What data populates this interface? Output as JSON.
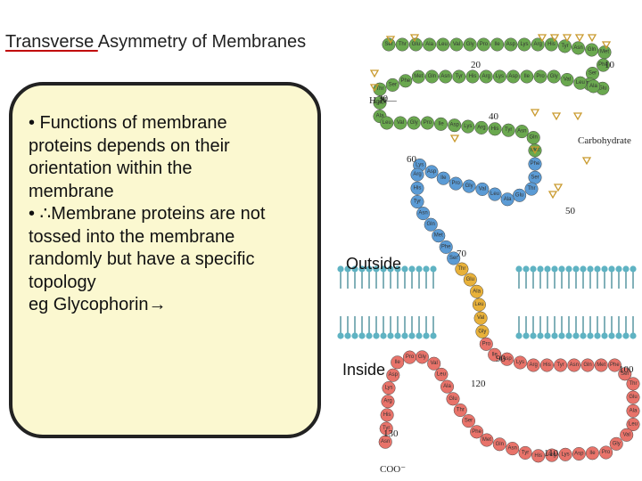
{
  "slide": {
    "title_underlined": "Transverse ",
    "title_rest": "Asymmetry of Membranes",
    "body_lines": [
      "• Functions of membrane",
      "proteins depends on their",
      "orientation within the",
      "membrane",
      "• ∴Membrane proteins are not",
      "tossed into the membrane",
      "randomly but have a specific",
      "topology",
      "eg Glycophorin→"
    ]
  },
  "figure": {
    "outside_label": "Outside",
    "inside_label": "Inside",
    "carbohydrate_label": "Carbohydrate",
    "n_terminus_label": "H₃N—",
    "c_terminus_label": "COO⁻",
    "residue_numbers": [
      "10",
      "20",
      "30",
      "40",
      "50",
      "60",
      "70",
      "90",
      "100",
      "110",
      "120",
      "130"
    ],
    "colors": {
      "extracellular_residue": "#6aa84f",
      "mid_residue": "#5b9bd5",
      "membrane_residue": "#e8b13a",
      "cytoplasmic_residue": "#e8736a",
      "lipid_head": "#5fb3c3",
      "lipid_tail": "#2e7d8a",
      "sugar": "#c99a2e"
    }
  }
}
